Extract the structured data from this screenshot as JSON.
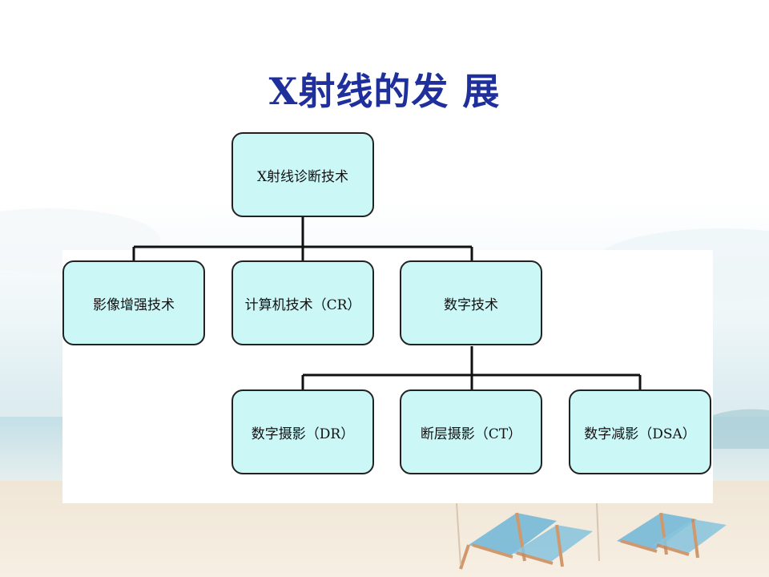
{
  "title": "X射线的发 展",
  "diagram": {
    "root": "X射线诊断技术",
    "level1": [
      "影像增强技术",
      "计算机技术（CR）",
      "数字技术"
    ],
    "level2": [
      "数字摄影（DR）",
      "断层摄影（CT）",
      "数字减影（DSA）"
    ]
  },
  "colors": {
    "title": "#1f2f9c",
    "node_fill": "#ccf7f7",
    "node_border": "#222222",
    "connector": "#111111"
  }
}
